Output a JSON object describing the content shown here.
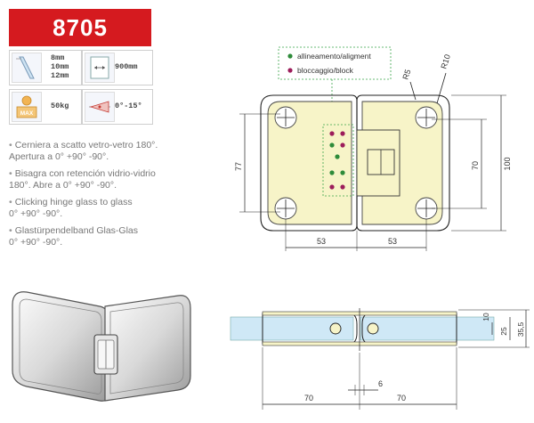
{
  "header": {
    "code": "8705"
  },
  "specs": {
    "thickness": [
      "8mm",
      "10mm",
      "12mm"
    ],
    "max_height": "900mm",
    "max_weight": "50kg",
    "max_label": "MAX",
    "adjustment": "0°-15°"
  },
  "descriptions": [
    {
      "line1": "Cerniera a scatto vetro-vetro 180°.",
      "line2": "Apertura a 0° +90° -90°."
    },
    {
      "line1": "Bisagra con retención vidrio-vidrio",
      "line2": "180°. Abre a 0° +90° -90°."
    },
    {
      "line1": "Clicking hinge glass to glass",
      "line2": "0° +90° -90°."
    },
    {
      "line1": "Glastürpendelband Glas-Glas",
      "line2": "0° +90° -90°."
    }
  ],
  "legend": {
    "alignment": "allineamento/aligment",
    "blocking": "bloccaggio/block",
    "alignment_color": "#2e8b3a",
    "blocking_color": "#9c1d5b"
  },
  "top_view": {
    "radius_small": "R5",
    "radius_large": "R10",
    "height_outer": "77",
    "height_inner": "70",
    "height_total": "100",
    "width_left": "53",
    "width_right": "53"
  },
  "side_view": {
    "thick_10": "10",
    "thick_25": "25",
    "thick_35": "35,5",
    "width_left": "70",
    "width_right": "70",
    "gap": "6"
  },
  "colors": {
    "brand_red": "#d51a1f",
    "plate_fill": "#f7f4c8",
    "glass": "#cfe8f6"
  }
}
